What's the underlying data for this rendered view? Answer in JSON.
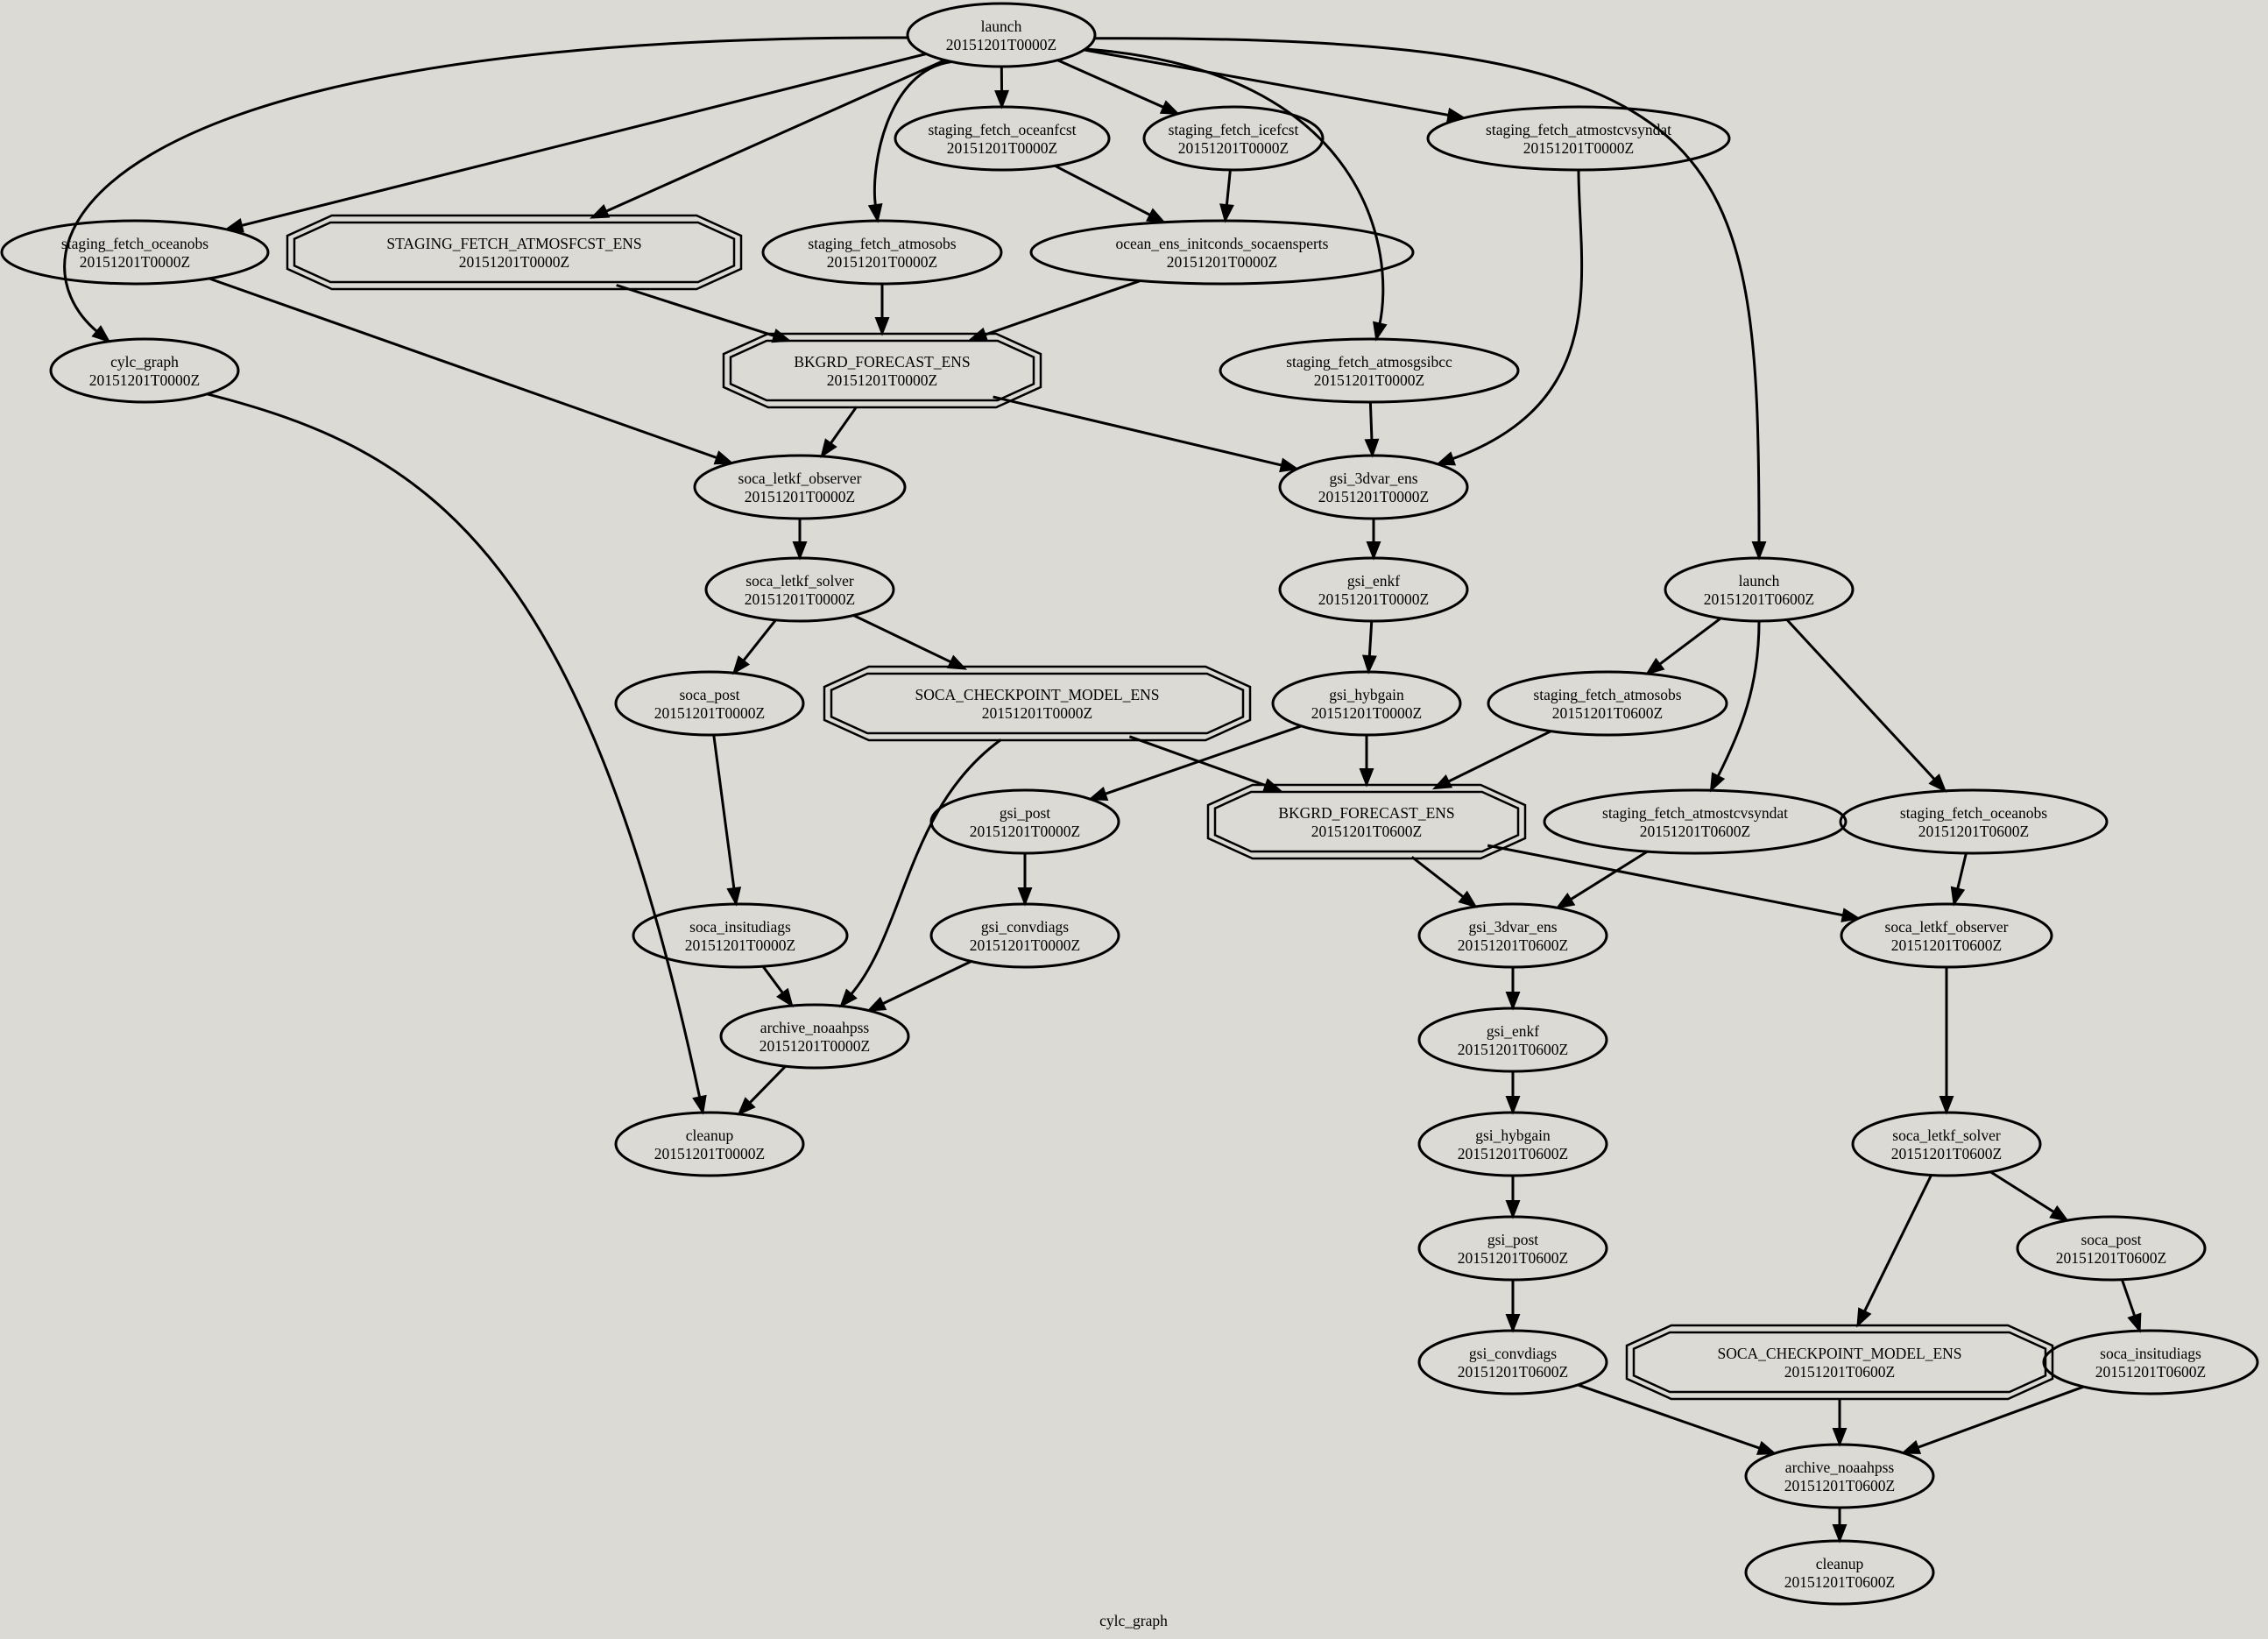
{
  "graph": {
    "caption": "cylc_graph",
    "nodes": [
      {
        "id": "launch_00",
        "name": "launch",
        "cycle": "20151201T0000Z",
        "shape": "ellipse"
      },
      {
        "id": "sfoceanfcst_00",
        "name": "staging_fetch_oceanfcst",
        "cycle": "20151201T0000Z",
        "shape": "ellipse"
      },
      {
        "id": "sficefcst_00",
        "name": "staging_fetch_icefcst",
        "cycle": "20151201T0000Z",
        "shape": "ellipse"
      },
      {
        "id": "sfatmostcvsyndat_00",
        "name": "staging_fetch_atmostcvsyndat",
        "cycle": "20151201T0000Z",
        "shape": "ellipse"
      },
      {
        "id": "sfoceanobs_00",
        "name": "staging_fetch_oceanobs",
        "cycle": "20151201T0000Z",
        "shape": "ellipse"
      },
      {
        "id": "sfatmosfcstens_00",
        "name": "STAGING_FETCH_ATMOSFCST_ENS",
        "cycle": "20151201T0000Z",
        "shape": "family"
      },
      {
        "id": "sfatmosobs_00",
        "name": "staging_fetch_atmosobs",
        "cycle": "20151201T0000Z",
        "shape": "ellipse"
      },
      {
        "id": "oceaninit_00",
        "name": "ocean_ens_initconds_socaensperts",
        "cycle": "20151201T0000Z",
        "shape": "ellipse"
      },
      {
        "id": "cylcgraph_00",
        "name": "cylc_graph",
        "cycle": "20151201T0000Z",
        "shape": "ellipse"
      },
      {
        "id": "bkgrd_00",
        "name": "BKGRD_FORECAST_ENS",
        "cycle": "20151201T0000Z",
        "shape": "family"
      },
      {
        "id": "sfatmosgsibcc_00",
        "name": "staging_fetch_atmosgsibcc",
        "cycle": "20151201T0000Z",
        "shape": "ellipse"
      },
      {
        "id": "socaobserver_00",
        "name": "soca_letkf_observer",
        "cycle": "20151201T0000Z",
        "shape": "ellipse"
      },
      {
        "id": "gsi3dvar_00",
        "name": "gsi_3dvar_ens",
        "cycle": "20151201T0000Z",
        "shape": "ellipse"
      },
      {
        "id": "socasolver_00",
        "name": "soca_letkf_solver",
        "cycle": "20151201T0000Z",
        "shape": "ellipse"
      },
      {
        "id": "gsienkf_00",
        "name": "gsi_enkf",
        "cycle": "20151201T0000Z",
        "shape": "ellipse"
      },
      {
        "id": "launch_06",
        "name": "launch",
        "cycle": "20151201T0600Z",
        "shape": "ellipse"
      },
      {
        "id": "socapost_00",
        "name": "soca_post",
        "cycle": "20151201T0000Z",
        "shape": "ellipse"
      },
      {
        "id": "socackpt_00",
        "name": "SOCA_CHECKPOINT_MODEL_ENS",
        "cycle": "20151201T0000Z",
        "shape": "family"
      },
      {
        "id": "gsihybgain_00",
        "name": "gsi_hybgain",
        "cycle": "20151201T0000Z",
        "shape": "ellipse"
      },
      {
        "id": "sfatmosobs_06",
        "name": "staging_fetch_atmosobs",
        "cycle": "20151201T0600Z",
        "shape": "ellipse"
      },
      {
        "id": "gsipost_00",
        "name": "gsi_post",
        "cycle": "20151201T0000Z",
        "shape": "ellipse"
      },
      {
        "id": "bkgrd_06",
        "name": "BKGRD_FORECAST_ENS",
        "cycle": "20151201T0600Z",
        "shape": "family"
      },
      {
        "id": "sfatmostcvsyndat_06",
        "name": "staging_fetch_atmostcvsyndat",
        "cycle": "20151201T0600Z",
        "shape": "ellipse"
      },
      {
        "id": "sfoceanobs_06",
        "name": "staging_fetch_oceanobs",
        "cycle": "20151201T0600Z",
        "shape": "ellipse"
      },
      {
        "id": "socainsitu_00",
        "name": "soca_insitudiags",
        "cycle": "20151201T0000Z",
        "shape": "ellipse"
      },
      {
        "id": "gsiconvdiags_00",
        "name": "gsi_convdiags",
        "cycle": "20151201T0000Z",
        "shape": "ellipse"
      },
      {
        "id": "gsi3dvar_06",
        "name": "gsi_3dvar_ens",
        "cycle": "20151201T0600Z",
        "shape": "ellipse"
      },
      {
        "id": "socaobserver_06",
        "name": "soca_letkf_observer",
        "cycle": "20151201T0600Z",
        "shape": "ellipse"
      },
      {
        "id": "archive_00",
        "name": "archive_noaahpss",
        "cycle": "20151201T0000Z",
        "shape": "ellipse"
      },
      {
        "id": "gsienkf_06",
        "name": "gsi_enkf",
        "cycle": "20151201T0600Z",
        "shape": "ellipse"
      },
      {
        "id": "cleanup_00",
        "name": "cleanup",
        "cycle": "20151201T0000Z",
        "shape": "ellipse"
      },
      {
        "id": "gsihybgain_06",
        "name": "gsi_hybgain",
        "cycle": "20151201T0600Z",
        "shape": "ellipse"
      },
      {
        "id": "socasolver_06",
        "name": "soca_letkf_solver",
        "cycle": "20151201T0600Z",
        "shape": "ellipse"
      },
      {
        "id": "gsipost_06",
        "name": "gsi_post",
        "cycle": "20151201T0600Z",
        "shape": "ellipse"
      },
      {
        "id": "socapost_06",
        "name": "soca_post",
        "cycle": "20151201T0600Z",
        "shape": "ellipse"
      },
      {
        "id": "gsiconvdiags_06",
        "name": "gsi_convdiags",
        "cycle": "20151201T0600Z",
        "shape": "ellipse"
      },
      {
        "id": "socackpt_06",
        "name": "SOCA_CHECKPOINT_MODEL_ENS",
        "cycle": "20151201T0600Z",
        "shape": "family"
      },
      {
        "id": "socainsitu_06",
        "name": "soca_insitudiags",
        "cycle": "20151201T0600Z",
        "shape": "ellipse"
      },
      {
        "id": "archive_06",
        "name": "archive_noaahpss",
        "cycle": "20151201T0600Z",
        "shape": "ellipse"
      },
      {
        "id": "cleanup_06",
        "name": "cleanup",
        "cycle": "20151201T0600Z",
        "shape": "ellipse"
      }
    ],
    "edges": [
      {
        "from": "launch_00",
        "to": "sfoceanfcst_00"
      },
      {
        "from": "launch_00",
        "to": "sficefcst_00"
      },
      {
        "from": "launch_00",
        "to": "sfatmostcvsyndat_00"
      },
      {
        "from": "launch_00",
        "to": "sfoceanobs_00"
      },
      {
        "from": "launch_00",
        "to": "sfatmosfcstens_00"
      },
      {
        "from": "launch_00",
        "to": "sfatmosobs_00"
      },
      {
        "from": "launch_00",
        "to": "cylcgraph_00"
      },
      {
        "from": "launch_00",
        "to": "sfatmosgsibcc_00"
      },
      {
        "from": "launch_00",
        "to": "launch_06"
      },
      {
        "from": "sfoceanfcst_00",
        "to": "oceaninit_00"
      },
      {
        "from": "sficefcst_00",
        "to": "oceaninit_00"
      },
      {
        "from": "sfatmostcvsyndat_00",
        "to": "gsi3dvar_00"
      },
      {
        "from": "sfoceanobs_00",
        "to": "socaobserver_00"
      },
      {
        "from": "sfatmosfcstens_00",
        "to": "bkgrd_00"
      },
      {
        "from": "sfatmosobs_00",
        "to": "bkgrd_00"
      },
      {
        "from": "oceaninit_00",
        "to": "bkgrd_00"
      },
      {
        "from": "cylcgraph_00",
        "to": "cleanup_00"
      },
      {
        "from": "bkgrd_00",
        "to": "socaobserver_00"
      },
      {
        "from": "bkgrd_00",
        "to": "gsi3dvar_00"
      },
      {
        "from": "sfatmosgsibcc_00",
        "to": "gsi3dvar_00"
      },
      {
        "from": "socaobserver_00",
        "to": "socasolver_00"
      },
      {
        "from": "gsi3dvar_00",
        "to": "gsienkf_00"
      },
      {
        "from": "socasolver_00",
        "to": "socapost_00"
      },
      {
        "from": "socasolver_00",
        "to": "socackpt_00"
      },
      {
        "from": "gsienkf_00",
        "to": "gsihybgain_00"
      },
      {
        "from": "launch_06",
        "to": "sfatmosobs_06"
      },
      {
        "from": "launch_06",
        "to": "sfatmostcvsyndat_06"
      },
      {
        "from": "launch_06",
        "to": "sfoceanobs_06"
      },
      {
        "from": "socapost_00",
        "to": "socainsitu_00"
      },
      {
        "from": "socackpt_00",
        "to": "bkgrd_06"
      },
      {
        "from": "socackpt_00",
        "to": "archive_00"
      },
      {
        "from": "gsihybgain_00",
        "to": "gsipost_00"
      },
      {
        "from": "gsihybgain_00",
        "to": "bkgrd_06"
      },
      {
        "from": "sfatmosobs_06",
        "to": "bkgrd_06"
      },
      {
        "from": "gsipost_00",
        "to": "gsiconvdiags_00"
      },
      {
        "from": "bkgrd_06",
        "to": "gsi3dvar_06"
      },
      {
        "from": "bkgrd_06",
        "to": "socaobserver_06"
      },
      {
        "from": "sfatmostcvsyndat_06",
        "to": "gsi3dvar_06"
      },
      {
        "from": "sfoceanobs_06",
        "to": "socaobserver_06"
      },
      {
        "from": "socainsitu_00",
        "to": "archive_00"
      },
      {
        "from": "gsiconvdiags_00",
        "to": "archive_00"
      },
      {
        "from": "gsi3dvar_06",
        "to": "gsienkf_06"
      },
      {
        "from": "socaobserver_06",
        "to": "socasolver_06"
      },
      {
        "from": "archive_00",
        "to": "cleanup_00"
      },
      {
        "from": "gsienkf_06",
        "to": "gsihybgain_06"
      },
      {
        "from": "gsihybgain_06",
        "to": "gsipost_06"
      },
      {
        "from": "socasolver_06",
        "to": "socackpt_06"
      },
      {
        "from": "socasolver_06",
        "to": "socapost_06"
      },
      {
        "from": "gsipost_06",
        "to": "gsiconvdiags_06"
      },
      {
        "from": "socapost_06",
        "to": "socainsitu_06"
      },
      {
        "from": "gsiconvdiags_06",
        "to": "archive_06"
      },
      {
        "from": "socackpt_06",
        "to": "archive_06"
      },
      {
        "from": "socainsitu_06",
        "to": "archive_06"
      },
      {
        "from": "archive_06",
        "to": "cleanup_06"
      }
    ]
  }
}
